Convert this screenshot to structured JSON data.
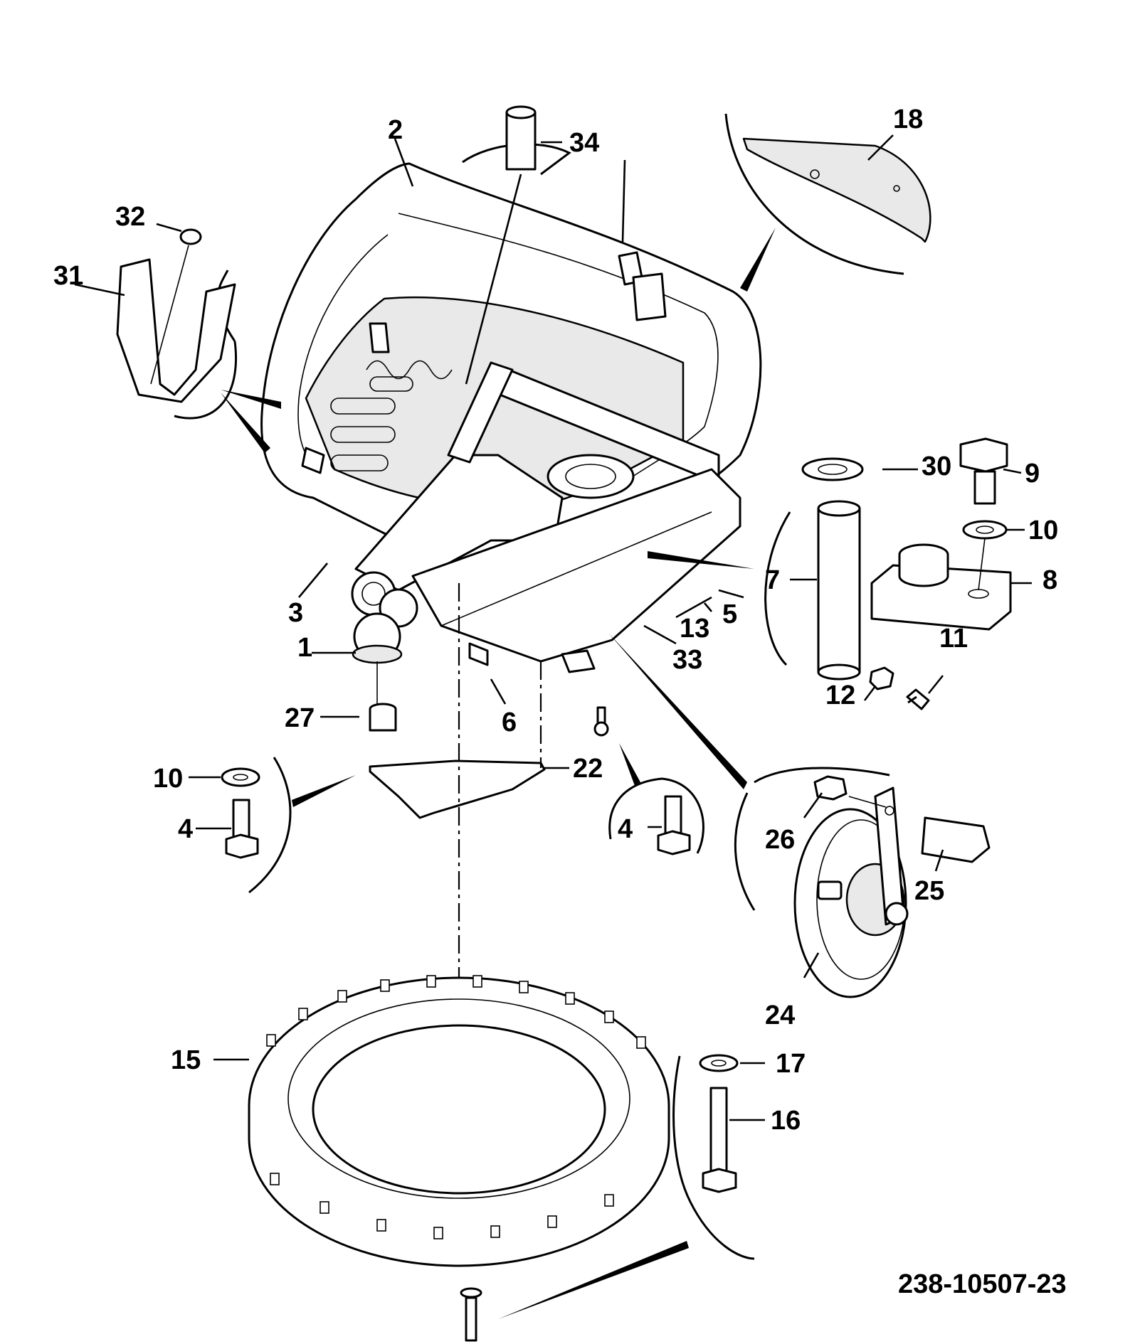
{
  "drawing_number": "238-10507-23",
  "callouts": [
    {
      "id": "c1",
      "text": "1"
    },
    {
      "id": "c2",
      "text": "2"
    },
    {
      "id": "c3",
      "text": "3"
    },
    {
      "id": "c4a",
      "text": "4"
    },
    {
      "id": "c4b",
      "text": "4"
    },
    {
      "id": "c5",
      "text": "5"
    },
    {
      "id": "c6",
      "text": "6"
    },
    {
      "id": "c7",
      "text": "7"
    },
    {
      "id": "c8",
      "text": "8"
    },
    {
      "id": "c9",
      "text": "9"
    },
    {
      "id": "c10a",
      "text": "10"
    },
    {
      "id": "c10b",
      "text": "10"
    },
    {
      "id": "c11",
      "text": "11"
    },
    {
      "id": "c12",
      "text": "12"
    },
    {
      "id": "c13",
      "text": "13"
    },
    {
      "id": "c15",
      "text": "15"
    },
    {
      "id": "c16",
      "text": "16"
    },
    {
      "id": "c17",
      "text": "17"
    },
    {
      "id": "c18",
      "text": "18"
    },
    {
      "id": "c22",
      "text": "22"
    },
    {
      "id": "c24",
      "text": "24"
    },
    {
      "id": "c25",
      "text": "25"
    },
    {
      "id": "c26",
      "text": "26"
    },
    {
      "id": "c27",
      "text": "27"
    },
    {
      "id": "c30",
      "text": "30"
    },
    {
      "id": "c31",
      "text": "31"
    },
    {
      "id": "c32",
      "text": "32"
    },
    {
      "id": "c33",
      "text": "33"
    },
    {
      "id": "c34",
      "text": "34"
    }
  ]
}
